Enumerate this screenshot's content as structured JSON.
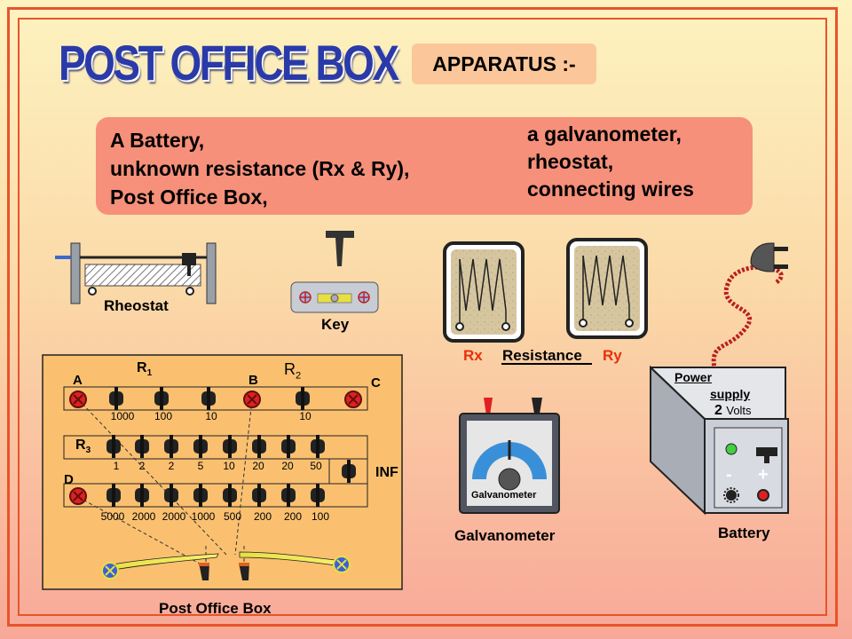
{
  "title": "POST OFFICE BOX",
  "apparatus_heading": "APPARATUS :-",
  "items_left": [
    "A Battery,",
    "unknown resistance (Rx & Ry),",
    "Post Office Box,"
  ],
  "items_right": [
    "a galvanometer,",
    "rheostat,",
    "connecting wires"
  ],
  "labels": {
    "rheostat": "Rheostat",
    "key": "Key",
    "rx": "Rx",
    "resistance": "Resistance",
    "ry": "Ry",
    "galvanometer_face": "Galvanometer",
    "galvanometer": "Galvanometer",
    "battery": "Battery",
    "power": "Power",
    "supply": "supply",
    "volts_num": "2",
    "volts_unit": "Volts",
    "minus": "-",
    "plus": "+",
    "post_office_box": "Post Office Box"
  },
  "pob": {
    "r1_letter": "R",
    "r1_sub": "1",
    "r2_letter": "R",
    "r2_sub": "2",
    "r3_letter": "R",
    "r3_sub": "3",
    "a": "A",
    "b": "B",
    "c": "C",
    "d": "D",
    "inf": "INF",
    "row1_values": [
      "1000",
      "100",
      "10",
      "10"
    ],
    "row2_values": [
      "1",
      "2",
      "2",
      "5",
      "10",
      "20",
      "20",
      "50"
    ],
    "row3_values": [
      "5000",
      "2000",
      "2000",
      "1000",
      "500",
      "200",
      "200",
      "100"
    ]
  },
  "colors": {
    "title": "#2a3aa8",
    "border": "#e8542a",
    "list_box": "#f6907a",
    "apparatus_box": "#fbc79a",
    "resistor_label": "#e8300a",
    "battery_body": "#c9cdd6"
  }
}
